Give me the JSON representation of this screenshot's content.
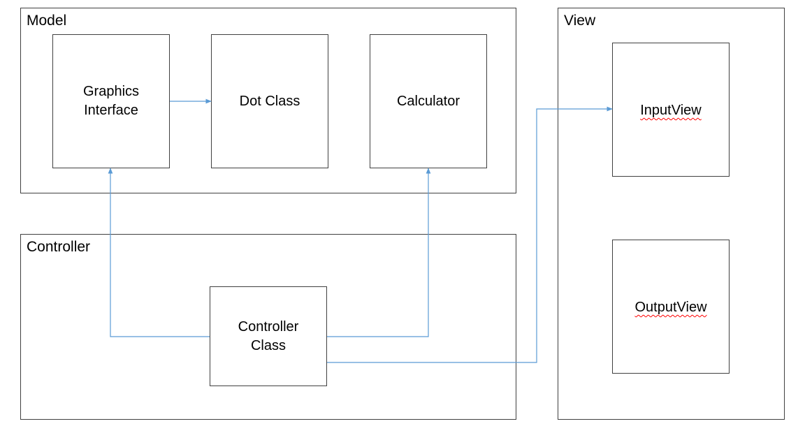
{
  "diagram": {
    "groups": {
      "model": {
        "label": "Model"
      },
      "controller": {
        "label": "Controller"
      },
      "view": {
        "label": "View"
      }
    },
    "nodes": {
      "graphics_interface": {
        "label": "Graphics\nInterface"
      },
      "dot_class": {
        "label": "Dot Class"
      },
      "calculator": {
        "label": "Calculator"
      },
      "controller_class": {
        "label": "Controller\nClass"
      },
      "input_view": {
        "label": "InputView"
      },
      "output_view": {
        "label": "OutputView"
      }
    },
    "edges": [
      {
        "from": "graphics_interface",
        "to": "dot_class"
      },
      {
        "from": "controller_class",
        "to": "graphics_interface"
      },
      {
        "from": "controller_class",
        "to": "calculator"
      },
      {
        "from": "controller_class",
        "to": "input_view"
      }
    ],
    "colors": {
      "border": "#404040",
      "connector": "#5b9bd5",
      "spellcheck": "#ff0000"
    }
  }
}
